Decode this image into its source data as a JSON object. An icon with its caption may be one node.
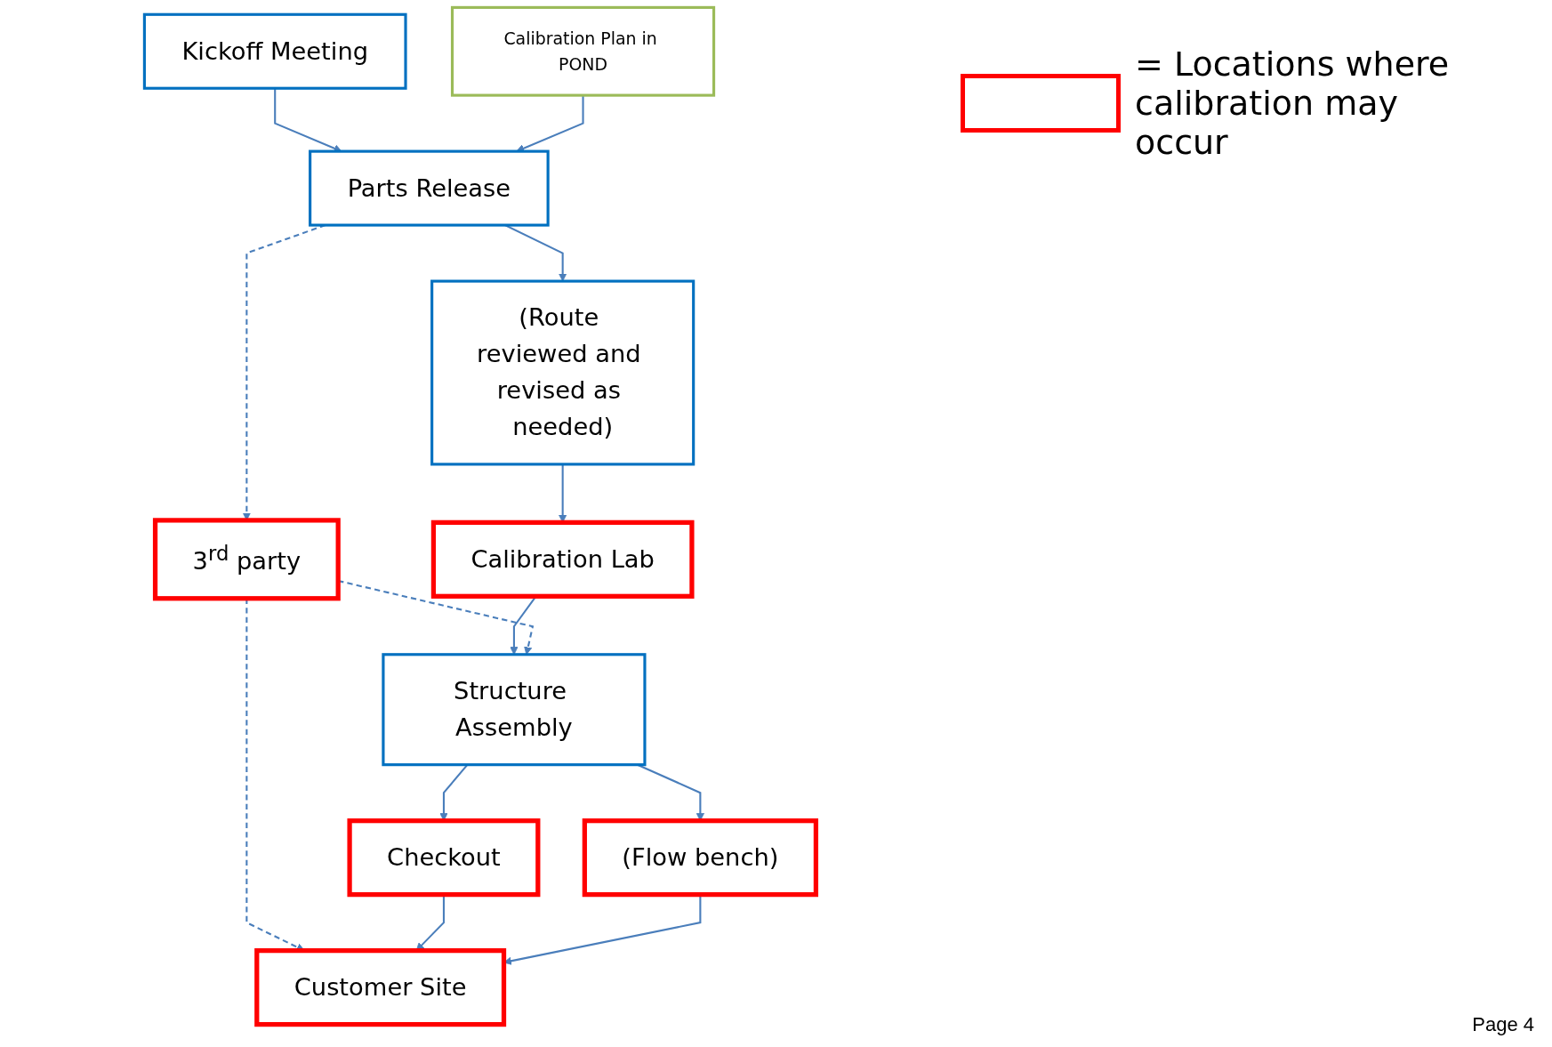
{
  "diagram": {
    "nodes": [
      {
        "text": [
          "Kickoff Meeting"
        ]
      },
      {
        "text": [
          "Calibration Plan in POND"
        ]
      },
      {
        "text": [
          "Parts Release"
        ]
      },
      {
        "text": [
          "(Route reviewed and revised as needed)"
        ]
      },
      {
        "text": [
          "3$^{rd}$ party"
        ]
      },
      {
        "text": [
          "Calibration Lab"
        ]
      },
      {
        "text": [
          "Structure Assembly"
        ]
      },
      {
        "text": [
          "Checkout"
        ]
      },
      {
        "text": [
          "(Flow bench)"
        ]
      },
      {
        "text": [
          "Customer Site"
        ]
      }
    ],
    "edges": [
      {
        "from": 0,
        "to": 2,
        "arrow": "to"
      },
      {
        "from": 1,
        "to": 2,
        "arrow": "to"
      },
      {
        "from": 2,
        "to": 4,
        "arrow": "to",
        "style": "dashed"
      },
      {
        "from": 2,
        "to": 3,
        "arrow": "to"
      },
      {
        "from": 3,
        "to": 5,
        "arrow": "to"
      },
      {
        "from": 5,
        "to": 6,
        "arrow": "to"
      },
      {
        "from": 4,
        "to": 6,
        "arrow": "to",
        "style": "dashed"
      },
      {
        "from": 4,
        "to": 9,
        "arrow": "to",
        "style": "dashed"
      },
      {
        "from": 6,
        "to": 7,
        "arrow": "to"
      },
      {
        "from": 6,
        "to": 8,
        "arrow": "to"
      },
      {
        "from": 7,
        "to": 9,
        "arrow": "to"
      },
      {
        "from": 8,
        "to": 9,
        "arrow": "to"
      }
    ],
    "labels": [
      "Page 4"
    ],
    "legend": [
      {
        "text": "= Locations where calibration may occur"
      }
    ]
  }
}
